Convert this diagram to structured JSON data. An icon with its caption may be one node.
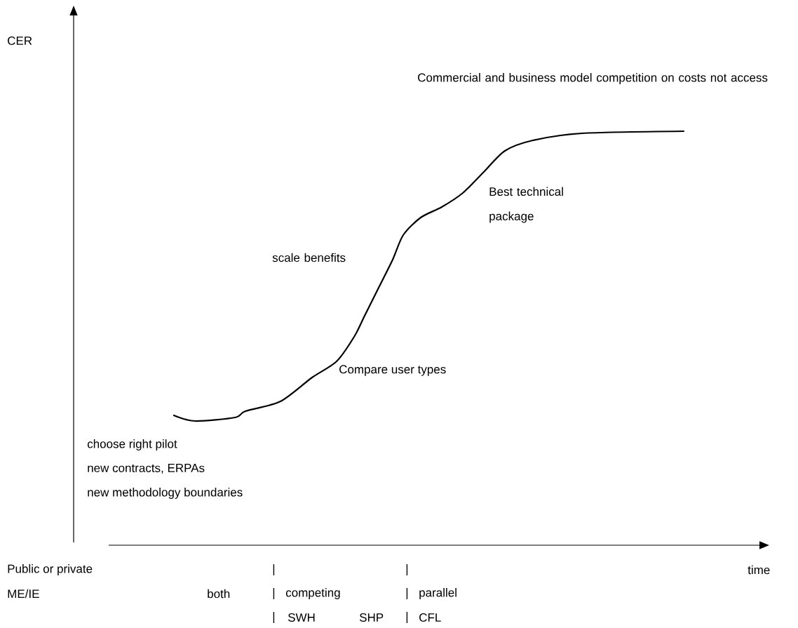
{
  "diagram": {
    "labels": [
      "CER",
      "Commercial and business model competition on costs not access",
      "Best technical package",
      "scale benefits",
      "Compare user types",
      "choose right pilot",
      "new contracts, ERPAs",
      "new methodology boundaries",
      "Public or private",
      "|",
      "|",
      "time",
      "ME/IE",
      "both",
      "|",
      "competing",
      "|",
      "parallel",
      "|",
      "SWH",
      "SHP",
      "|",
      "CFL"
    ]
  }
}
